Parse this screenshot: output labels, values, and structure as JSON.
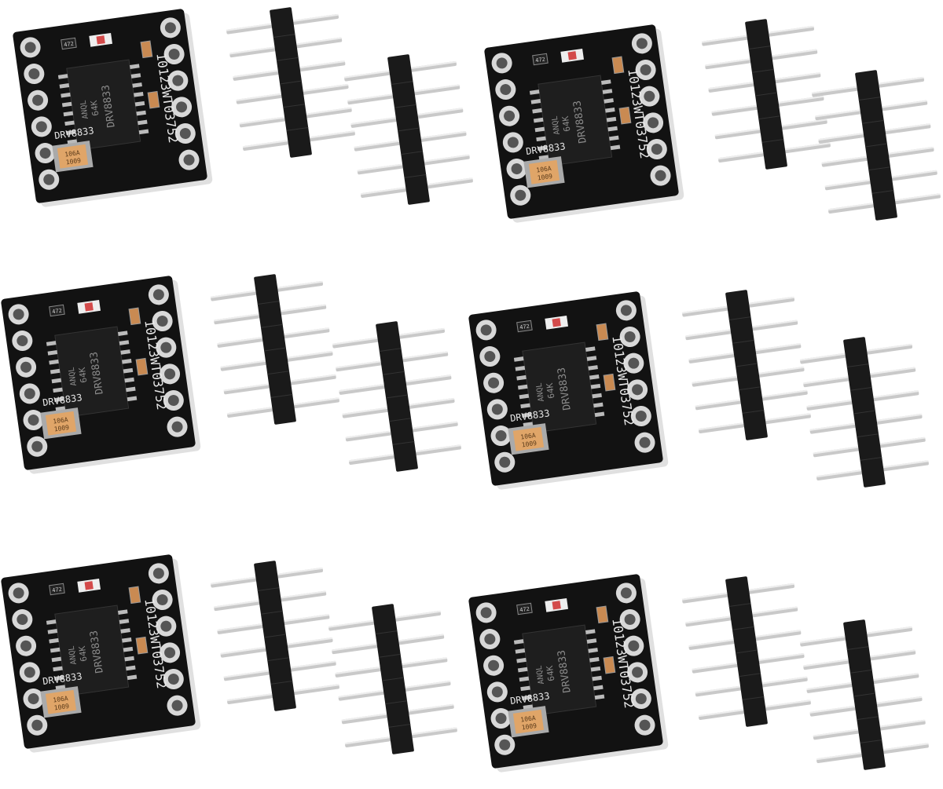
{
  "scene": {
    "description_free": true,
    "background": "#ffffff",
    "board_color": "#121212",
    "pad_color": "#d8d8d8",
    "ic_color": "#1e1e1e",
    "capacitor_color": "#e0a568",
    "header_plastic": "#1a1a1a",
    "pin_color": "#c9c9c9"
  },
  "board": {
    "chip_label": "DRV8833",
    "chip_marking": "64K",
    "chip_code": "ANQL",
    "silk_label": "DRV8833",
    "edge_label": "10123WT03752",
    "resistor_code": "472",
    "tantalum_code": "106A",
    "tantalum_line2": "1009"
  },
  "kits": [
    {
      "id": "kit-1"
    },
    {
      "id": "kit-2"
    },
    {
      "id": "kit-3"
    },
    {
      "id": "kit-4"
    },
    {
      "id": "kit-5"
    },
    {
      "id": "kit-6"
    }
  ]
}
